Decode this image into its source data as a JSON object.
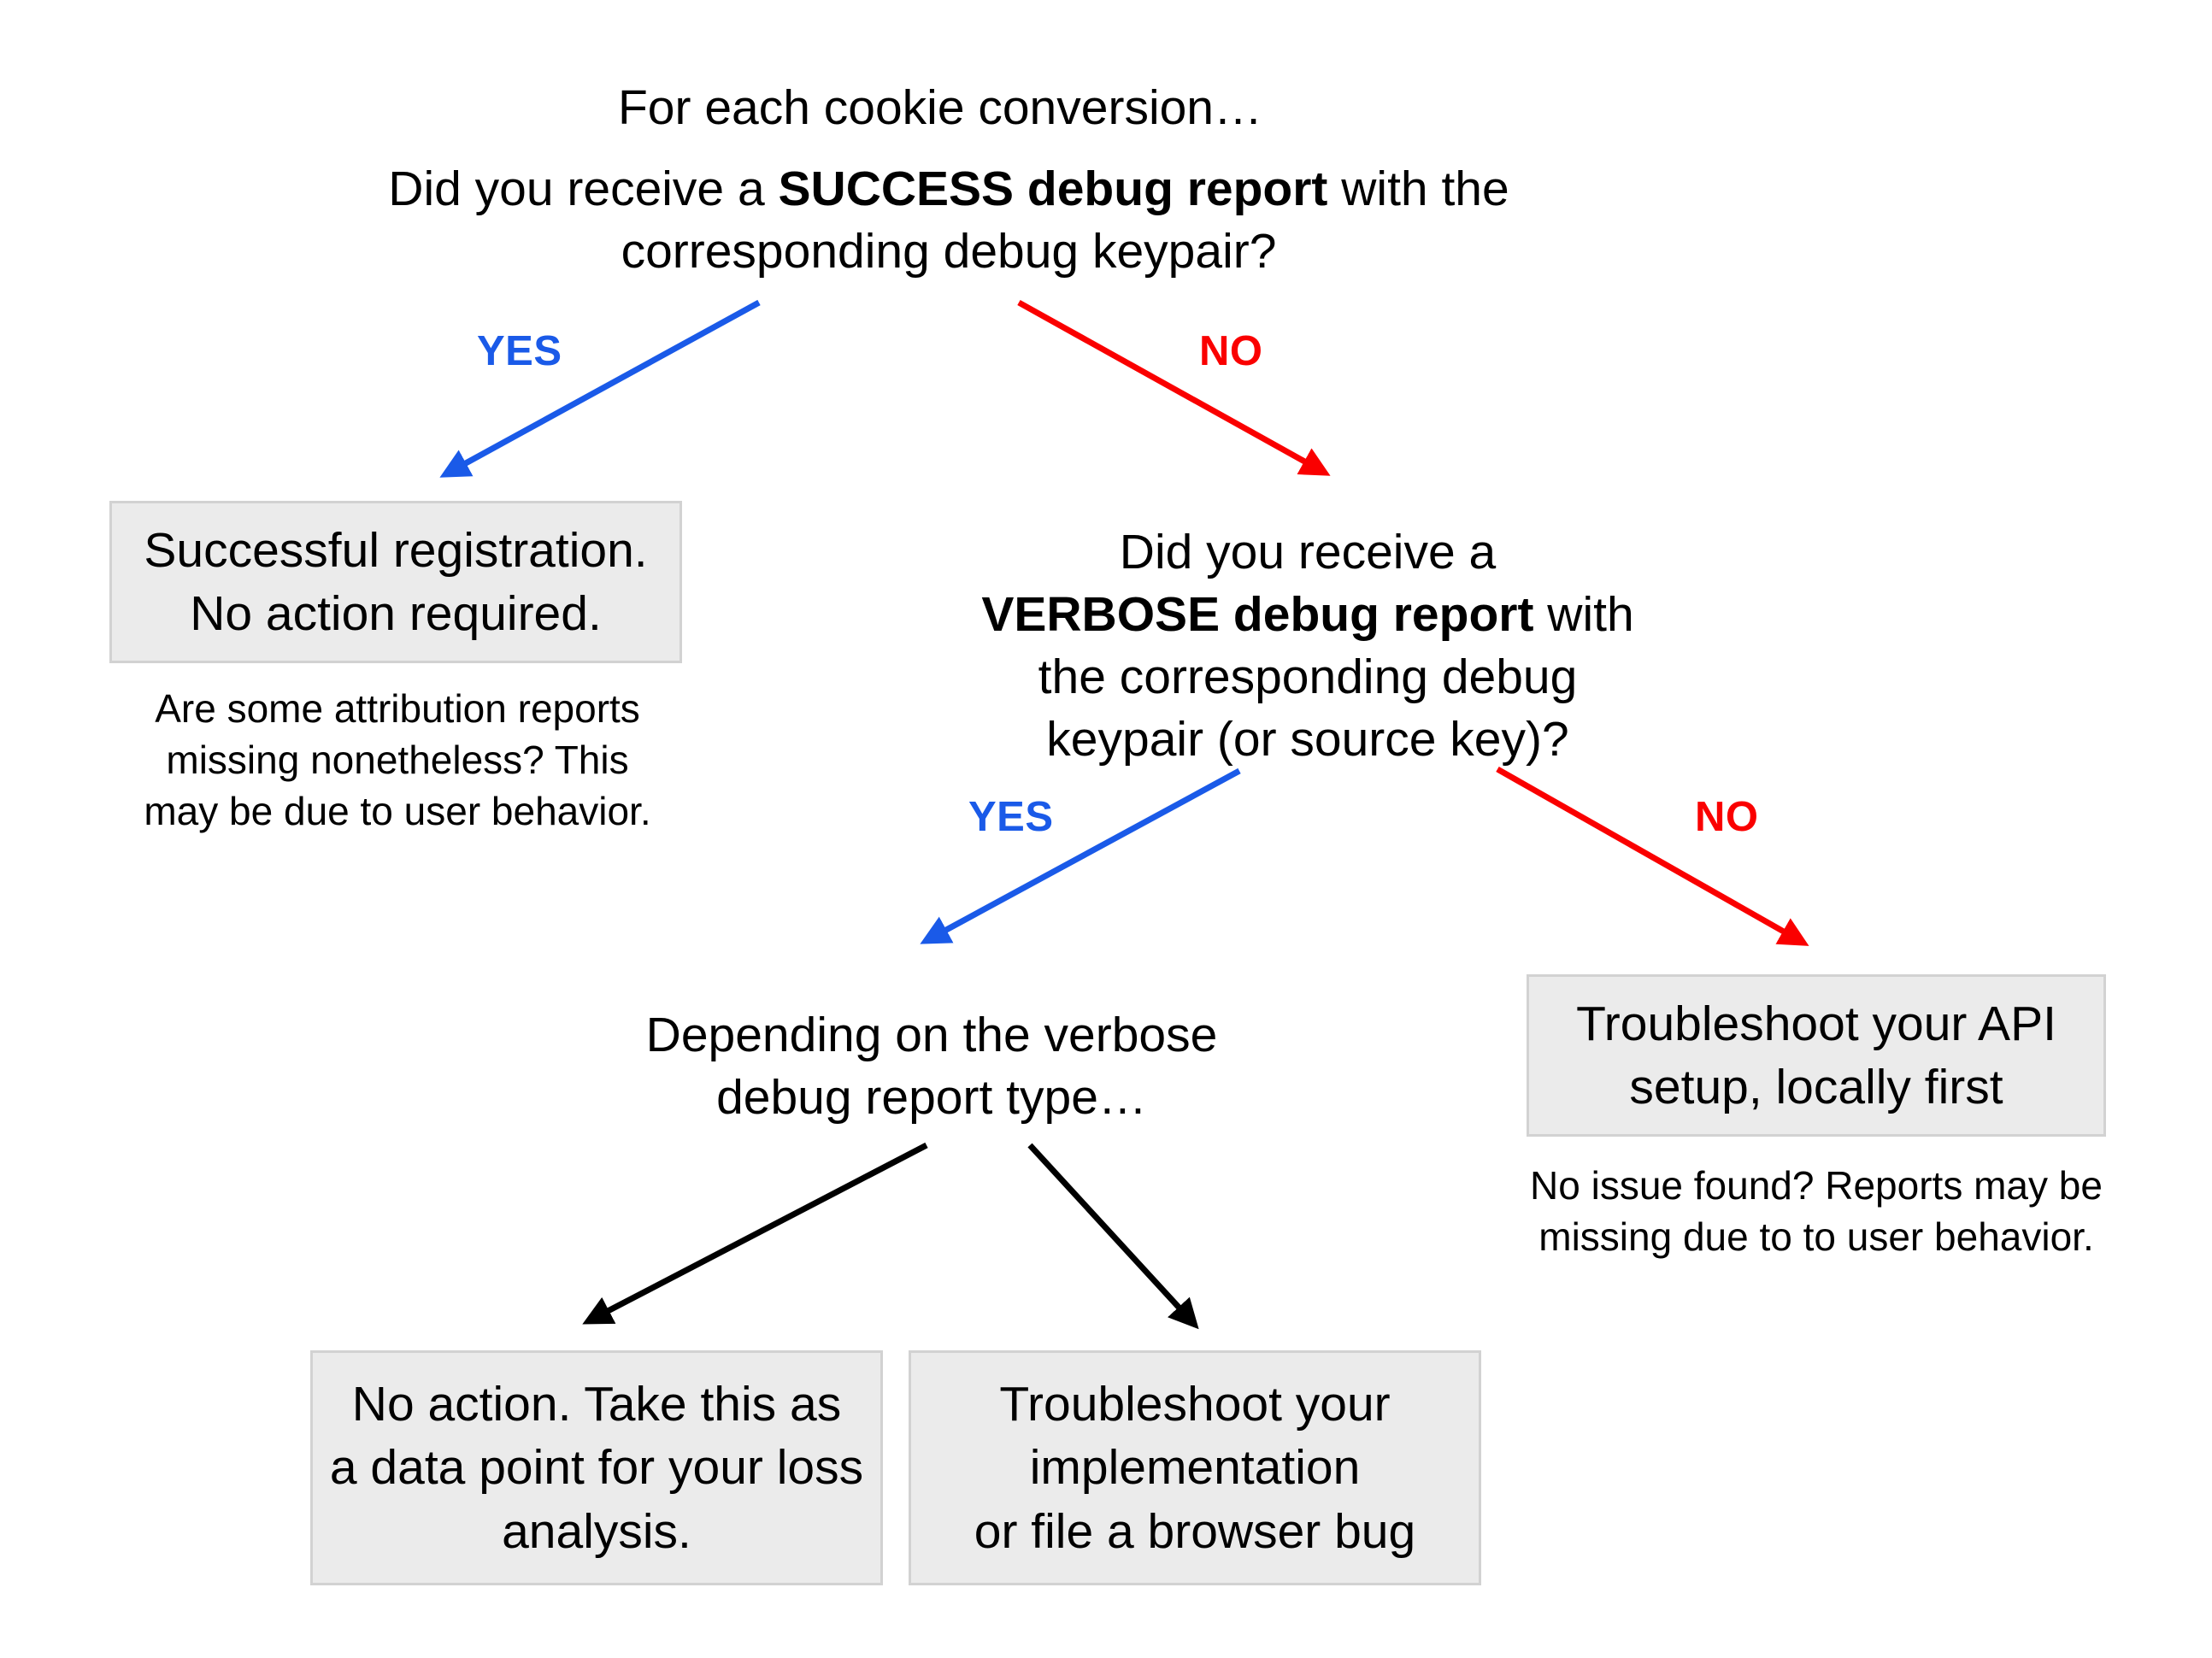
{
  "diagram": {
    "title": "For each cookie conversion…",
    "question_1": {
      "line_a_pre": "Did you receive a ",
      "line_a_bold": "SUCCESS debug report",
      "line_a_post": " with the",
      "line_b": "corresponding debug keypair?"
    },
    "question_2": {
      "line_a": "Did you receive a",
      "line_b_bold": "VERBOSE debug report",
      "line_b_post": " with",
      "line_c": "the corresponding debug",
      "line_d": "keypair (or source key)?"
    },
    "branch_text": "Depending on the verbose\ndebug report type…",
    "edges": [
      {
        "label": "YES",
        "color": "#1a5ae8"
      },
      {
        "label": "NO",
        "color": "#fa0000"
      },
      {
        "label": "YES",
        "color": "#1a5ae8"
      },
      {
        "label": "NO",
        "color": "#fa0000"
      }
    ],
    "boxes": [
      {
        "id": "successful-registration",
        "text": "Successful registration.\nNo action required."
      },
      {
        "id": "troubleshoot-api",
        "text": "Troubleshoot your API\nsetup, locally first"
      },
      {
        "id": "no-action-loss-analysis",
        "text": "No action. Take this as\na data point for your loss\nanalysis."
      },
      {
        "id": "troubleshoot-implementation",
        "text": "Troubleshoot your\nimplementation\nor file a browser bug"
      }
    ],
    "captions": [
      {
        "id": "attribution-missing-note",
        "text": "Are some attribution reports\nmissing nonetheless? This\nmay be due to user behavior."
      },
      {
        "id": "no-issue-found-note",
        "text": "No issue found? Reports may be\nmissing due to to user behavior."
      }
    ],
    "colors": {
      "yes": "#1a5ae8",
      "no": "#fa0000",
      "box_fill": "#ebebeb",
      "box_border": "#d2d2d2",
      "arrow_black": "#000000",
      "text": "#000000",
      "background": "#ffffff"
    }
  }
}
